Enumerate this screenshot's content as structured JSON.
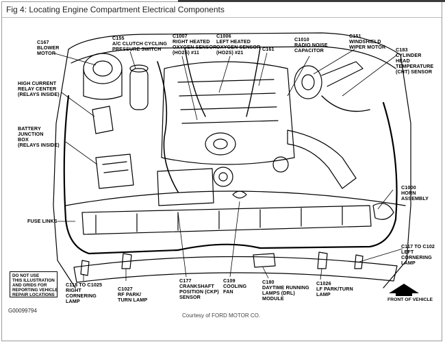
{
  "header": {
    "title": "Fig 4: Locating Engine Compartment Electrical Components"
  },
  "labels": {
    "c167": "C167\nBLOWER\nMOTOR",
    "c155": "C155\nA/C CLUTCH CYCLING\nPRESSURE SWITCH",
    "c1007": "C1007\nRIGHT HEATED\nOXYGEN SENSOR\n(HO2S) #11",
    "c1006": "C1006\nLEFT HEATED\nOXYGEN SENSOR\n(HO2S) #21",
    "c161": "C161",
    "c1010": "C1010\nRADIO NOISE\nCAPACITOR",
    "c151": "C151\nWINDSHIELD\nWIPER MOTOR",
    "c183": "C183\nCYLINDER\nHEAD\nTEMPERATURE\n(CHT) SENSOR",
    "relay_center": "HIGH CURRENT\nRELAY CENTER\n(RELAYS INSIDE)",
    "battery_junction": "BATTERY\nJUNCTION\nBOX\n(RELAYS INSIDE)",
    "fuse_links": "FUSE LINKS",
    "c1000": "C1000\nHORN\nASSEMBLY",
    "c117": "C117 TO C102\nLEFT\nCORNERING\nLAMP",
    "c118": "C118 TO C1025\nRIGHT\nCORNERING\nLAMP",
    "c1027": "C1027\nRF PARK/\nTURN LAMP",
    "c177": "C177\nCRANKSHAFT\nPOSITION (CKP)\nSENSOR",
    "c109": "C109\nCOOLING\nFAN",
    "c180": "C180\nDAYTIME RUNNING\nLAMPS (DRL)\nMODULE",
    "c1026": "C1026\nLF PARK/TURN\nLAMP"
  },
  "notice": "DO NOT USE\nTHIS ILLUSTRATION\nAND GRIDS FOR\nREPORTING VEHICLE\nREPAIR LOCATIONS",
  "figure_id": "G00099794",
  "front_of_vehicle": "FRONT OF VEHICLE",
  "courtesy": "Courtesy of FORD MOTOR CO."
}
